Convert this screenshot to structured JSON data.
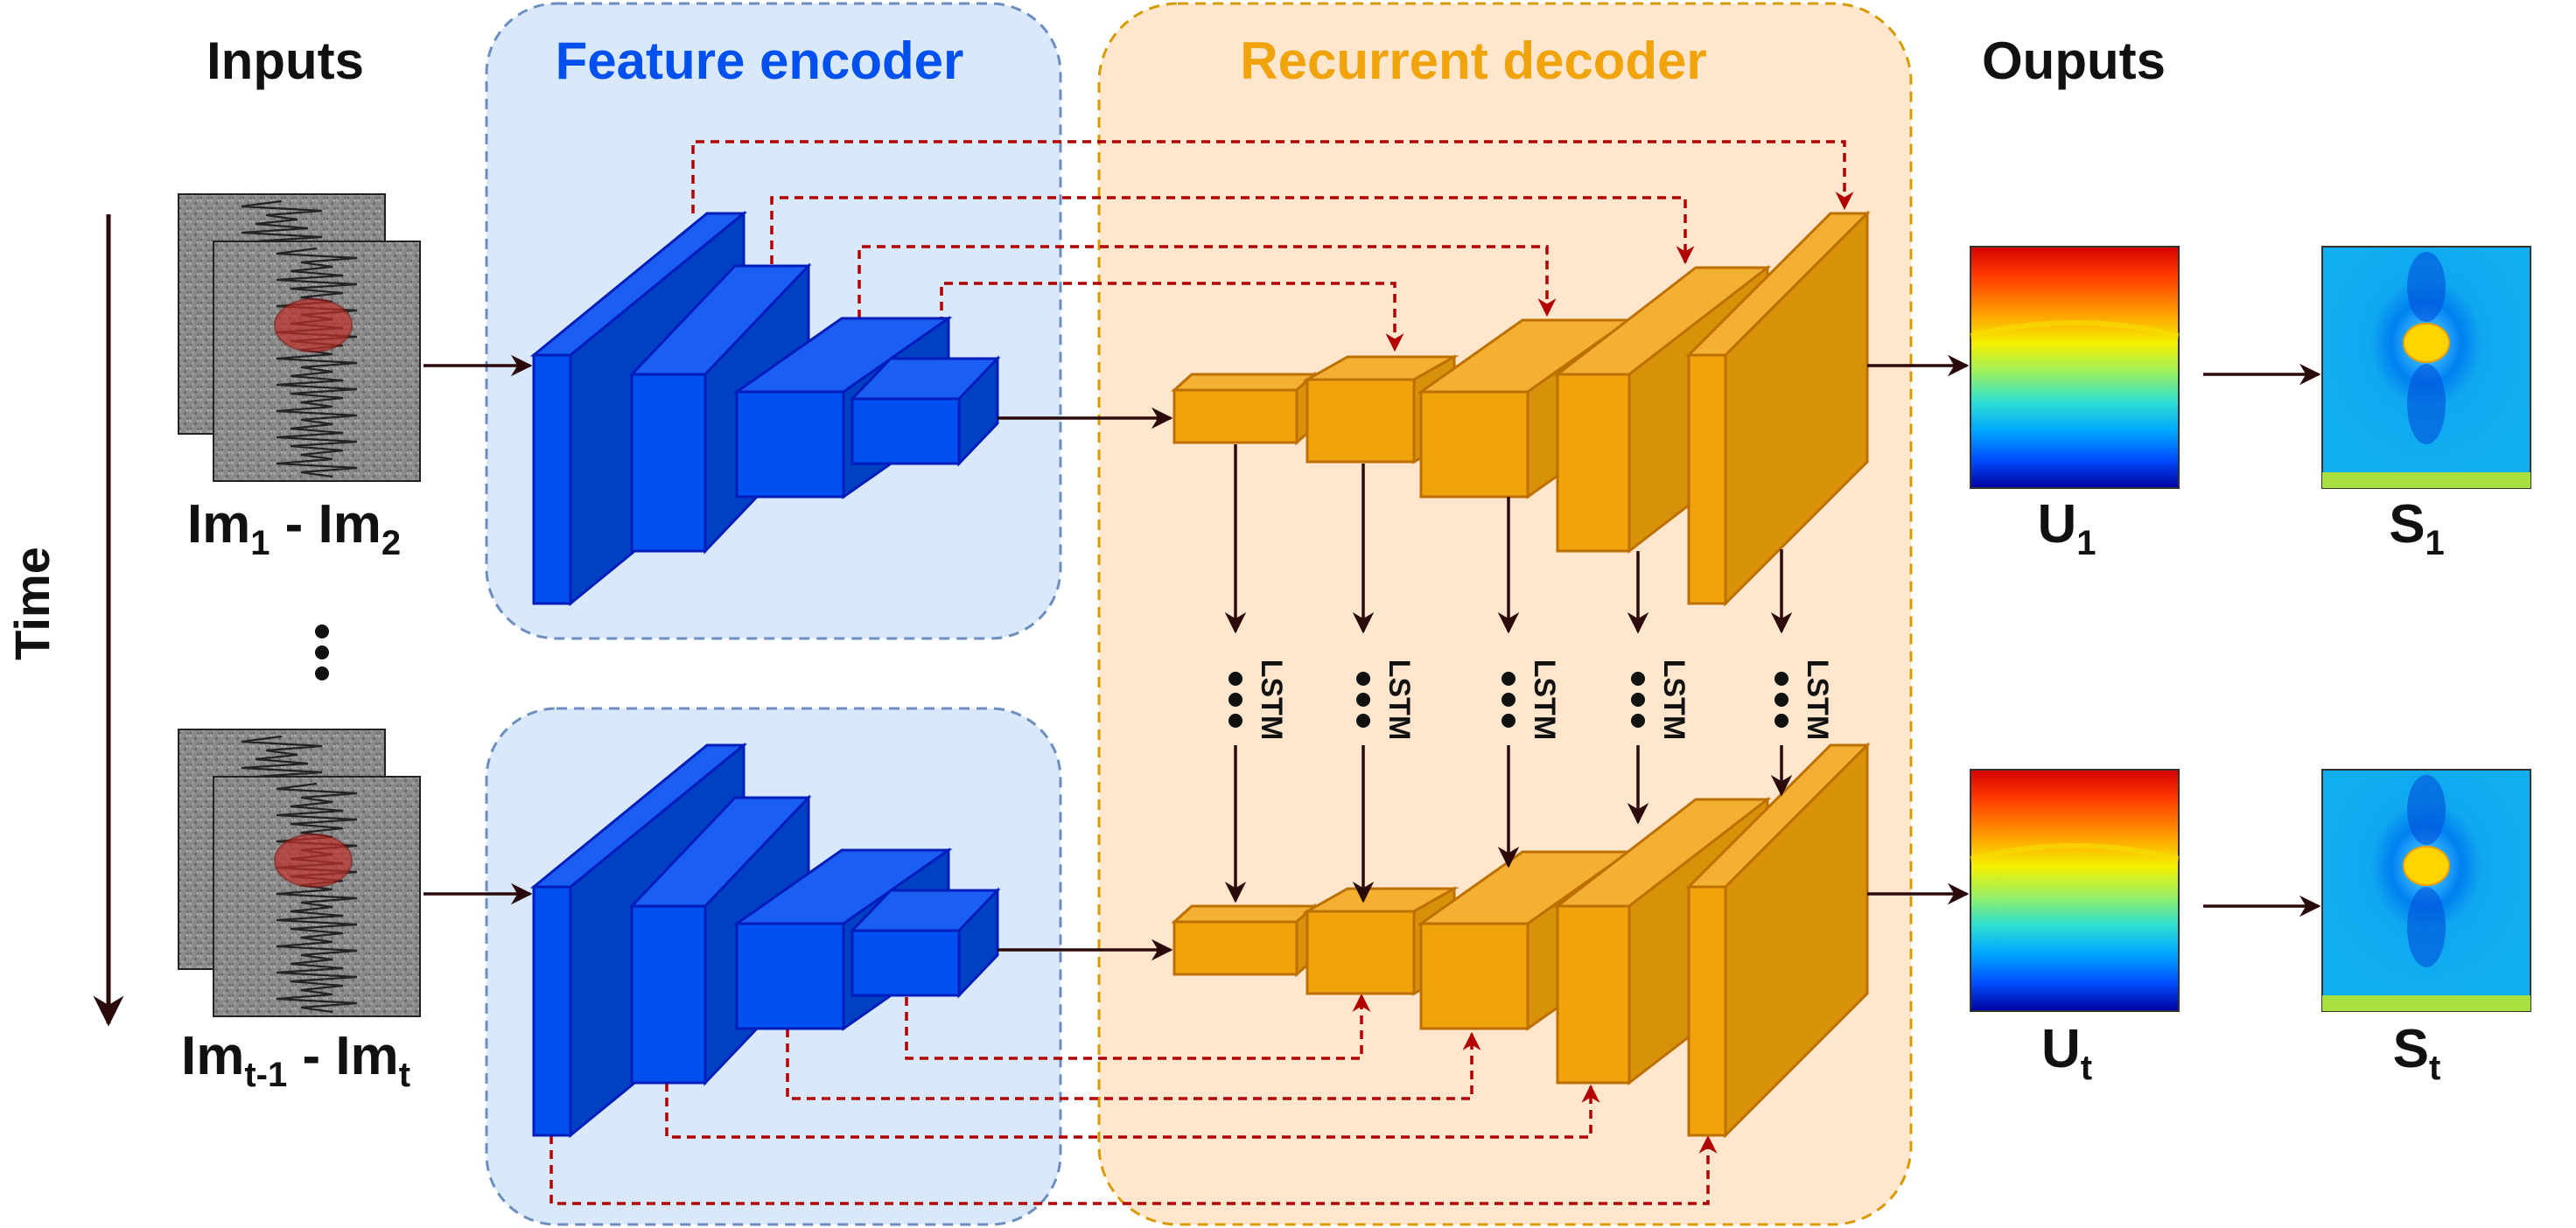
{
  "headers": {
    "inputs": "Inputs",
    "encoder": "Feature encoder",
    "decoder": "Recurrent decoder",
    "outputs": "Ouputs"
  },
  "time_label": "Time",
  "inputs": {
    "top": {
      "base": "Im",
      "sub1": "1",
      "mid": " - Im",
      "sub2": "2"
    },
    "bottom": {
      "base": "Im",
      "sub1": "t-1",
      "mid": " - Im",
      "sub2": "t"
    }
  },
  "outputs": {
    "u_top": {
      "base": "U",
      "sub": "1"
    },
    "s_top": {
      "base": "S",
      "sub": "1"
    },
    "u_bot": {
      "base": "U",
      "sub": "t"
    },
    "s_bot": {
      "base": "S",
      "sub": "t"
    }
  },
  "lstm_label": "LSTM",
  "colors": {
    "encoder_bg": "#dae8fc",
    "encoder_border": "#6c8ebf",
    "encoder_title": "#0050ef",
    "decoder_bg": "#ffe6cc",
    "decoder_border": "#d79b00",
    "decoder_title": "#f0a30a",
    "enc_block_front": "#0050ef",
    "enc_block_side": "#0041c4",
    "enc_block_top": "#1a5ff2",
    "enc_block_stroke": "#001dbc",
    "dec_block_front": "#f0a30a",
    "dec_block_side": "#d8920a",
    "dec_block_top": "#f3b033",
    "dec_block_stroke": "#bd7000",
    "skip": "#b20000",
    "arrow": "#2a0a0a"
  }
}
